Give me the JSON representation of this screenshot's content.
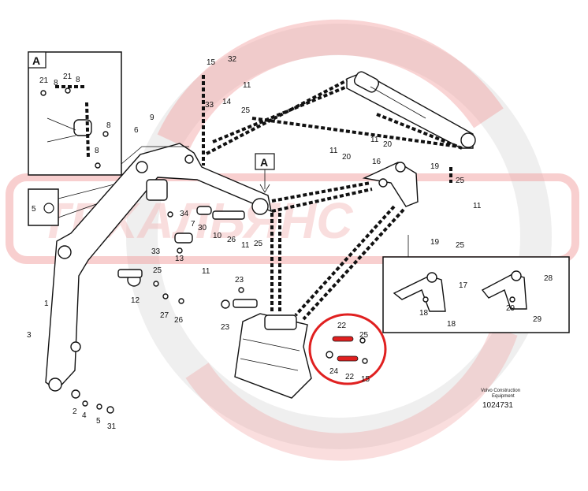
{
  "watermark": {
    "text": "ТЕХАЛЬЯНС"
  },
  "detail_views": [
    {
      "letter": "A",
      "labels": [
        "21",
        "8",
        "21",
        "8",
        "8",
        "8"
      ]
    },
    {
      "labels": [
        "17",
        "28",
        "18",
        "18",
        "29",
        "29"
      ]
    }
  ],
  "callout_box": {
    "label": "5"
  },
  "section_marker": {
    "letter": "A"
  },
  "part_labels": {
    "boom": [
      "1",
      "3",
      "6",
      "9"
    ],
    "boom_foot": [
      "2",
      "4",
      "5",
      "31"
    ],
    "boom_pins": [
      "7",
      "34",
      "30",
      "10",
      "26",
      "11",
      "25",
      "33",
      "13",
      "11"
    ],
    "boom_lower_pins": [
      "25",
      "12",
      "27",
      "26"
    ],
    "cylinder_top": [
      "15",
      "32",
      "11",
      "25",
      "33",
      "14"
    ],
    "linkage": [
      "11",
      "20",
      "11",
      "20",
      "16",
      "19",
      "25",
      "11",
      "19",
      "25"
    ],
    "bucket": [
      "23",
      "23",
      "22",
      "25",
      "24",
      "22",
      "15"
    ]
  },
  "credit": {
    "line1": "Volvo Construction",
    "line2": "Equipment",
    "code": "1024731"
  },
  "colors": {
    "highlight": "#e02020",
    "watermark": "#e53935",
    "line": "#111111"
  }
}
